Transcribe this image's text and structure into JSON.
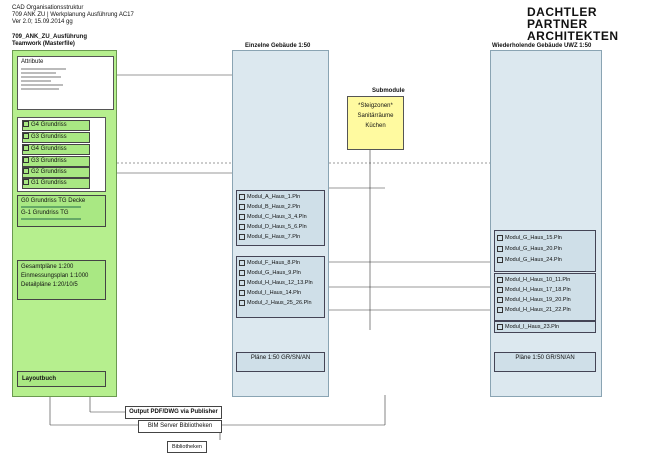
{
  "header": {
    "line1": "CAD Organisationsstruktur",
    "line2": "709 ANK ZU | Werkplanung Ausführung AC17",
    "line3": "Ver 2.0; 15.09.2014 gg"
  },
  "logo": [
    "DACHTLER",
    "PARTNER",
    "ARCHITEKTEN"
  ],
  "col_left": {
    "title1": "709_ANK_ZU_Ausführung",
    "title2": "Teamwork (Masterfile)"
  },
  "col_mid": {
    "title": "Einzelne Gebäude 1:50"
  },
  "col_right": {
    "title": "Wiederholende Gebäude UWZ 1:50"
  },
  "attribute": {
    "label": "Attribute"
  },
  "floors": [
    "G4 Grundriss",
    "G3 Grundriss",
    "G4 Grundriss",
    "G3 Grundriss",
    "G2 Grundriss",
    "G1 Grundriss"
  ],
  "basement": {
    "line1": "G0 Grundriss TG Decke",
    "line2": "G-1 Grundriss TG"
  },
  "plans_left": {
    "a": "Gesamtpläne 1:200",
    "b": "Einmessungsplan 1:1000",
    "c": "Detailpläne 1:20/10/5"
  },
  "layoutbuch": "Layoutbuch",
  "submodule": {
    "title": "Submodule",
    "items": [
      "*Steigzonen*",
      "Sanitärräume",
      "Küchen"
    ]
  },
  "mid_modules_a": [
    "Modul_A_Haus_1.Pln",
    "Modul_B_Haus_2.Pln",
    "Modul_C_Haus_3_4.Pln",
    "Modul_D_Haus_5_6.Pln",
    "Modul_E_Haus_7.Pln"
  ],
  "mid_modules_b": [
    "Modul_F_Haus_8.Pln",
    "Modul_G_Haus_9.Pln",
    "Modul_H_Haus_12_13.Pln",
    "Modul_I_Haus_14.Pln",
    "Modul_J_Haus_25_26.Pln"
  ],
  "mid_plans": "Pläne 1:50 GR/SN/AN",
  "right_modules_a": [
    "Modul_G_Haus_15.Pln",
    "Modul_G_Haus_20.Pln",
    "Modul_G_Haus_24.Pln"
  ],
  "right_modules_b": [
    "Modul_H_Haus_10_11.Pln",
    "Modul_H_Haus_17_18.Pln",
    "Modul_H_Haus_19_20.Pln",
    "Modul_H_Haus_21_22.Pln"
  ],
  "right_module_c": "Modul_I_Haus_23.Pln",
  "right_plans": "Pläne 1:50 GR/SN/AN",
  "output": "Output PDF/DWG via Publisher",
  "bim": "BIM Server Bibliotheken",
  "bibliotheken": "Bibliotheken",
  "colors": {
    "green": "#b6ef8e",
    "blue": "#dce8ef",
    "yellow": "#fffaa0",
    "accent": "#cc0000"
  }
}
